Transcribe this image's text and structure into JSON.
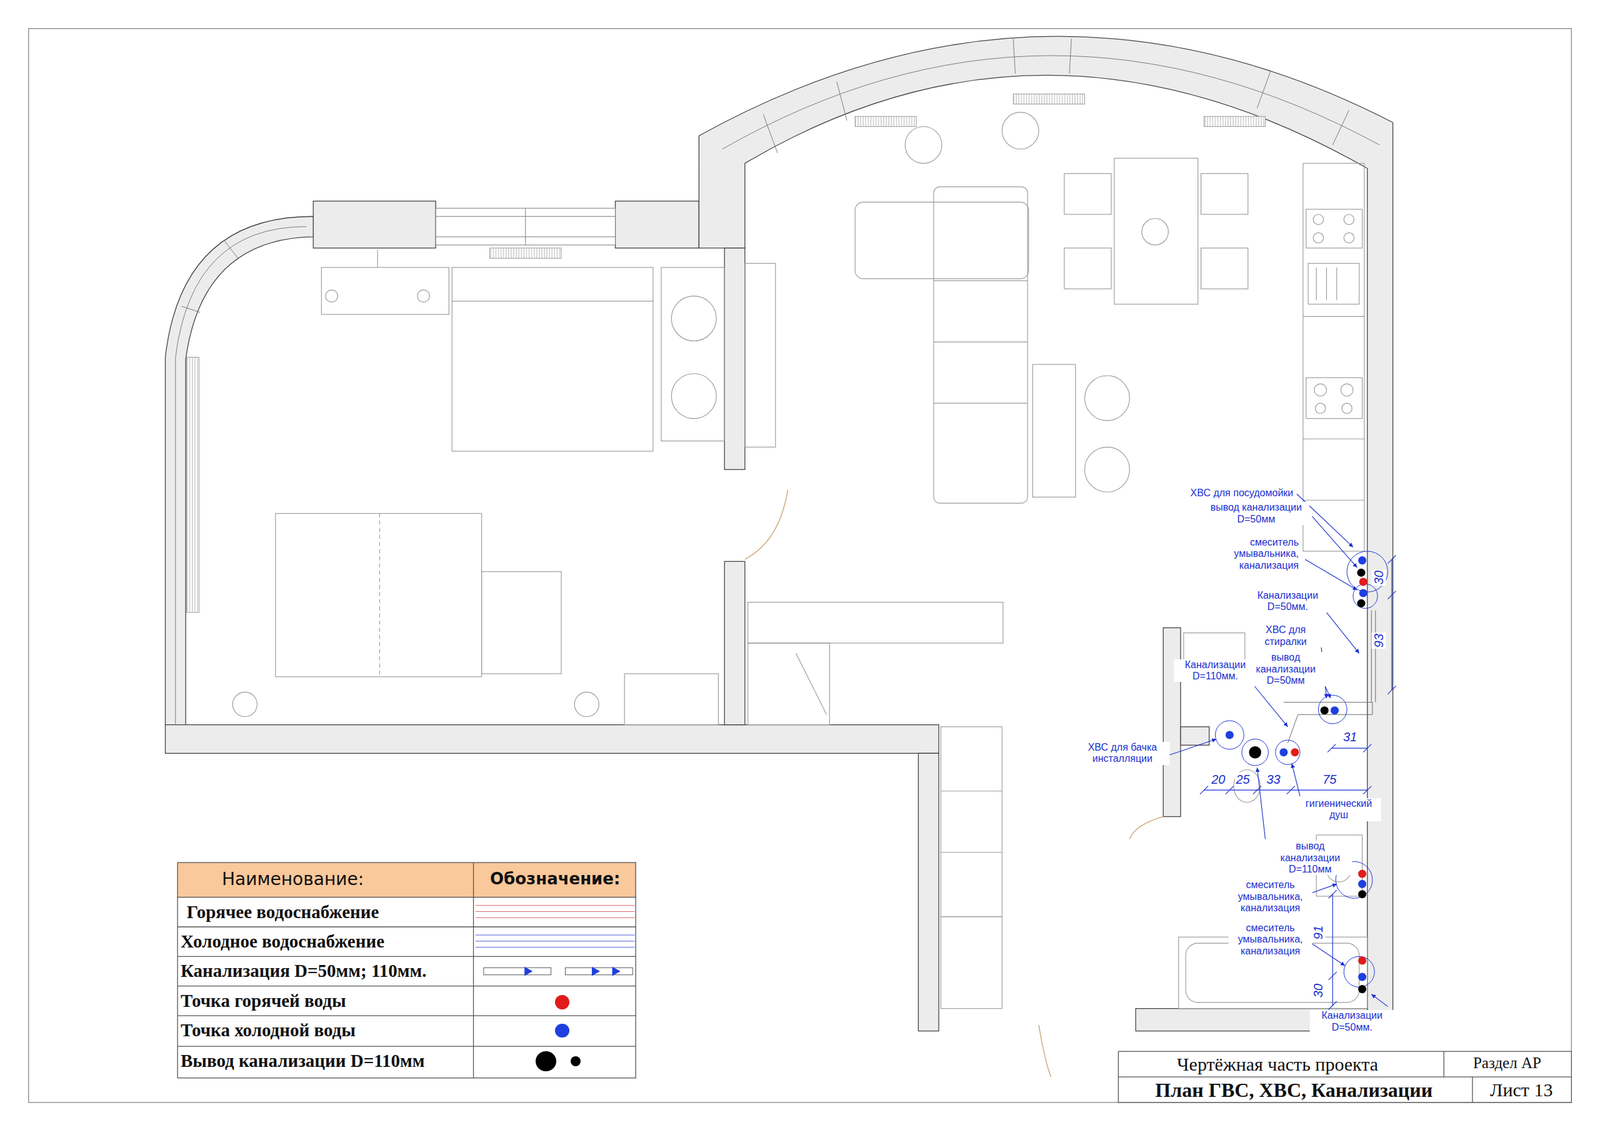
{
  "diagram": {
    "labels": [
      "Наименование:",
      "Обозначение:",
      "ХВС для посудомойки",
      "вывод канализации D=50мм",
      "смеситель умывальника, канализация",
      "30",
      "Канализации D=50мм.",
      "93",
      "ХВС для стиралки",
      "вывод канализации D=50мм",
      "Канализации D=110мм.",
      "31",
      "ХВС для бачка инсталляции",
      "20",
      "25",
      "33",
      "75",
      "гигиенический душ",
      "вывод канализации D=110мм",
      "смеситель умывальника, канализация",
      "91",
      "смеситель умывальника, канализация",
      "30",
      "Канализации D=50мм.",
      "Чертёжная часть проекта",
      "Раздел АР",
      "План ГВС, ХВС, Канализации",
      "Лист 13"
    ],
    "legend": [
      {
        "text": "Горячее водоснабжение"
      },
      {
        "text": "Холодное водоснабжение"
      },
      {
        "text": "Канализация D=50мм; 110мм."
      },
      {
        "text": "Точка горячей воды",
        "color": "#e21b1b"
      },
      {
        "text": "Точка холодной воды",
        "color": "#1f3fe0"
      },
      {
        "text": "Вывод канализации D=110мм",
        "color": "#000000"
      }
    ]
  }
}
